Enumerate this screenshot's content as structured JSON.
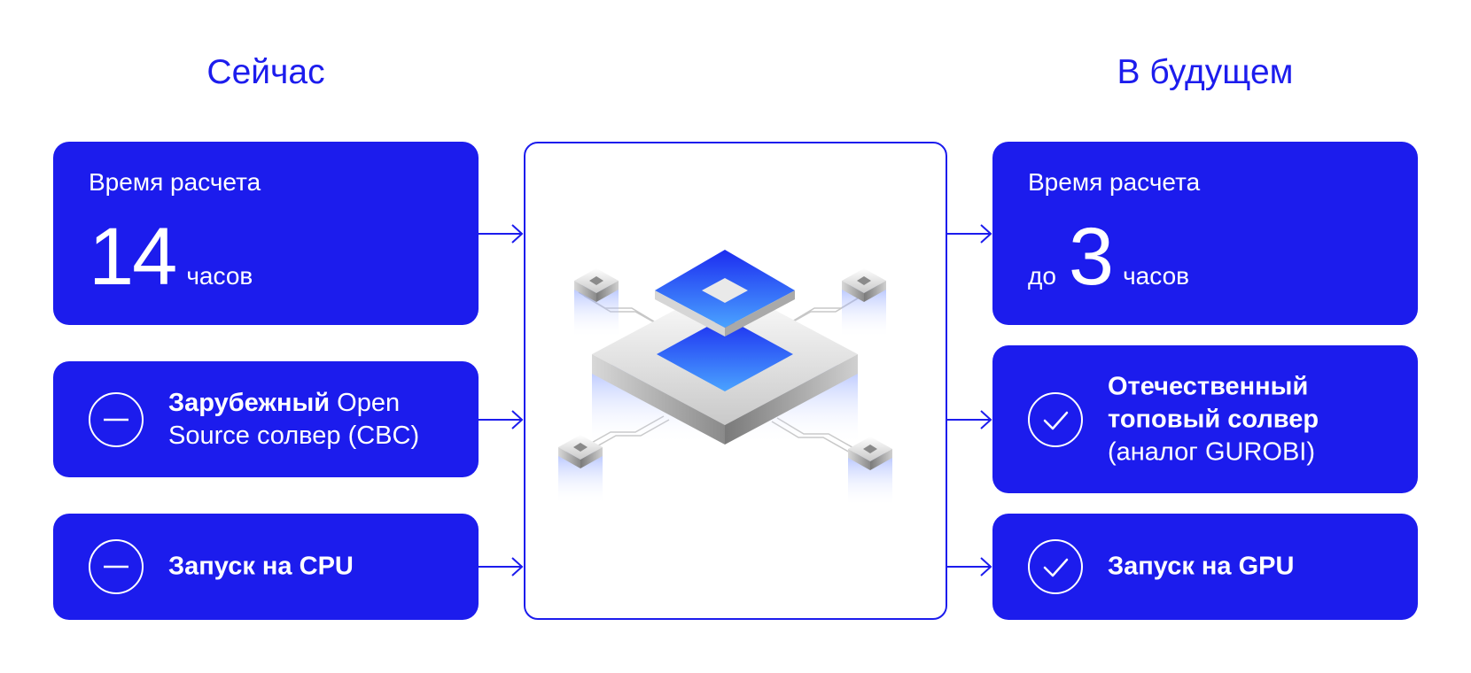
{
  "current": {
    "heading": "Сейчас",
    "time_card": {
      "label": "Время расчета",
      "value": "14",
      "unit": "часов"
    },
    "solver_card": {
      "bold": "Зарубежный",
      "regular": " Open Source солвер (CBC)",
      "icon": "minus-circle-icon"
    },
    "launch_card": {
      "bold": "Запуск на CPU",
      "icon": "minus-circle-icon"
    }
  },
  "future": {
    "heading": "В будущем",
    "time_card": {
      "label": "Время расчета",
      "prefix": "до",
      "value": "3",
      "unit": "часов"
    },
    "solver_card": {
      "bold": "Отечественный топовый солвер",
      "regular": "(аналог GUROBI)",
      "icon": "check-circle-icon"
    },
    "launch_card": {
      "bold": "Запуск на GPU",
      "icon": "check-circle-icon"
    }
  },
  "colors": {
    "brand": "#1c1ced",
    "accent_blue": "#3b7cff",
    "text_on_brand": "#ffffff"
  },
  "center_illustration": "isometric-chip-icon"
}
